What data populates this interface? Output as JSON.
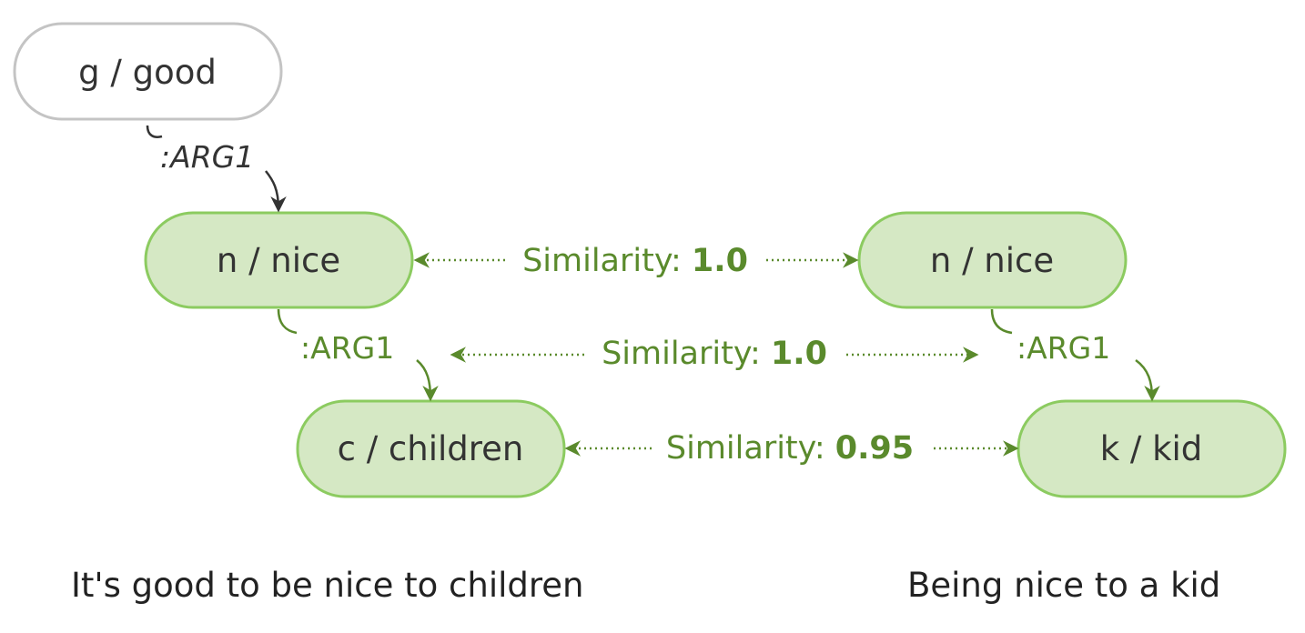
{
  "colors": {
    "dark_edge": "#333333",
    "green_edge": "#5a8a2c",
    "green_fill": "#d5e8c4",
    "green_stroke": "#8ccb60",
    "plain_stroke": "#c4c4c4"
  },
  "nodes": {
    "good": "g / good",
    "nice_left": "n / nice",
    "children": "c / children",
    "nice_right": "n / nice",
    "kid": "k / kid"
  },
  "edges": {
    "good_to_nice": ":ARG1",
    "nice_to_children": ":ARG1",
    "nice_to_kid": ":ARG1"
  },
  "similarities": [
    {
      "label": "Similarity: ",
      "value": "1.0"
    },
    {
      "label": "Similarity: ",
      "value": "1.0"
    },
    {
      "label": "Similarity: ",
      "value": "0.95"
    }
  ],
  "captions": {
    "left": "It's good to be nice to children",
    "right": "Being nice to a kid"
  }
}
